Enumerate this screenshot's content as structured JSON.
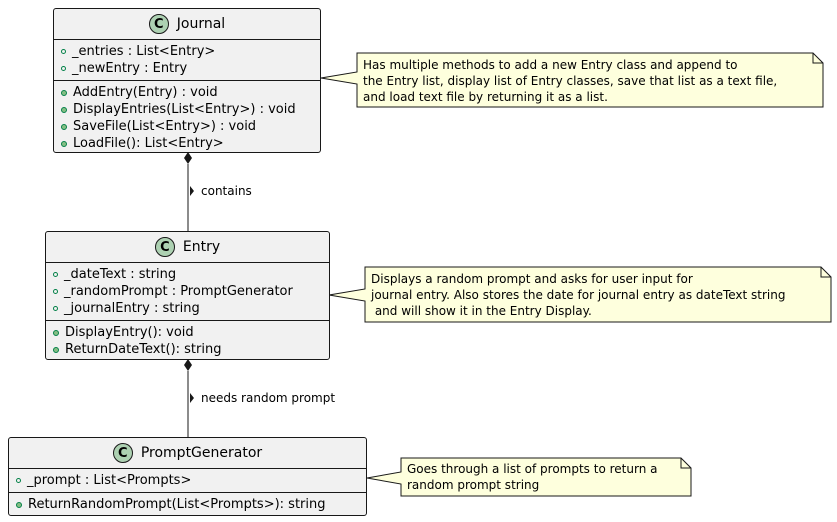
{
  "classes": {
    "journal": {
      "badge": "C",
      "name": "Journal",
      "attributes": [
        "_entries : List<Entry>",
        "_newEntry : Entry"
      ],
      "methods": [
        "AddEntry(Entry) : void",
        "DisplayEntries(List<Entry>) : void",
        "SaveFile(List<Entry>) : void",
        "LoadFile(): List<Entry>"
      ],
      "note": "Has multiple methods to add a new Entry class and append to\nthe Entry list, display list of Entry classes, save that list as a text file,\nand load text file by returning it as a list."
    },
    "entry": {
      "badge": "C",
      "name": "Entry",
      "attributes": [
        "_dateText : string",
        "_randomPrompt : PromptGenerator",
        "_journalEntry : string"
      ],
      "methods": [
        "DisplayEntry(): void",
        "ReturnDateText(): string"
      ],
      "note": "Displays a random prompt and asks for user input for\njournal entry. Also stores the date for journal entry as dateText string\n and will show it in the Entry Display."
    },
    "prompt_generator": {
      "badge": "C",
      "name": "PromptGenerator",
      "attributes": [
        "_prompt : List<Prompts>"
      ],
      "methods": [
        "ReturnRandomPrompt(List<Prompts>): string"
      ],
      "note": "Goes through a list of prompts to return a\nrandom prompt string"
    }
  },
  "relations": {
    "journal_entry": {
      "label": "contains",
      "arrow": "▸"
    },
    "entry_prompt": {
      "label": "needs random prompt",
      "arrow": "▸"
    }
  },
  "colors": {
    "class_fill": "#f1f1f1",
    "class_badge": "#add1b2",
    "note_fill": "#feffdd",
    "line": "#181818"
  }
}
